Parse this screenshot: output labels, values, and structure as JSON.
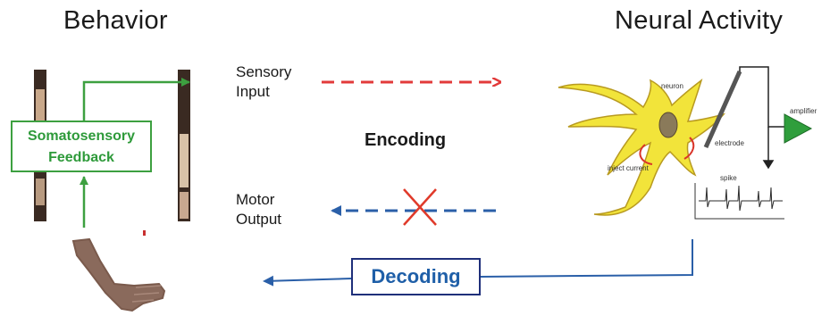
{
  "headings": {
    "behavior": "Behavior",
    "neural_activity": "Neural Activity"
  },
  "labels": {
    "sensory_input_1": "Sensory",
    "sensory_input_2": "Input",
    "motor_output_1": "Motor",
    "motor_output_2": "Output",
    "encoding": "Encoding",
    "decoding": "Decoding",
    "feedback_1": "Somatosensory",
    "feedback_2": "Feedback"
  },
  "neuron_figure": {
    "neuron": "neuron",
    "electrode": "electrode",
    "amplifier": "amplifier",
    "inject_current": "inject current",
    "spike": "spike"
  },
  "colors": {
    "sensory_arrow": "#e23a3a",
    "motor_arrow": "#2a5fa8",
    "feedback_green": "#3da040",
    "decoding_text": "#1f5fa8",
    "neuron_fill": "#f2e43a",
    "amplifier_fill": "#2f9e3c",
    "cross": "#e03a2a"
  }
}
